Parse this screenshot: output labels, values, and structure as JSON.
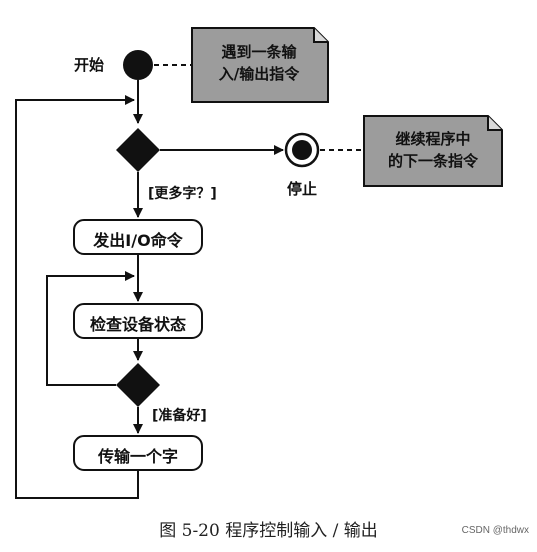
{
  "diagram": {
    "start_label": "开始",
    "stop_label": "停止",
    "note_top": [
      "遇到一条输",
      "入/输出指令"
    ],
    "note_right": [
      "继续程序中",
      "的下一条指令"
    ],
    "guard_more": "[更多字？]",
    "guard_ready": "[准备好]",
    "actions": {
      "issue": "发出I/O命令",
      "check": "检查设备状态",
      "transfer": "传输一个字"
    }
  },
  "caption": "图 5-20    程序控制输入 / 输出",
  "watermark": "CSDN @thdwx",
  "colors": {
    "note_fill": "#9c9c9c",
    "ink": "#111111"
  }
}
